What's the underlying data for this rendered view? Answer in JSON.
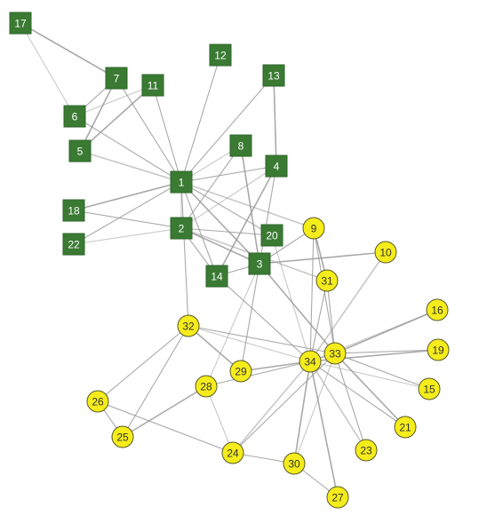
{
  "colors": {
    "group_square_fill": "#3a7a33",
    "group_square_stroke": "#2e6428",
    "group_circle_fill": "#f5ec1b",
    "group_circle_stroke": "#5a5a2a",
    "square_text": "#ffffff",
    "circle_text": "#333333",
    "edge": "#9a9a9a"
  },
  "nodes": [
    {
      "id": "1",
      "shape": "square"
    },
    {
      "id": "2",
      "shape": "square"
    },
    {
      "id": "3",
      "shape": "square"
    },
    {
      "id": "4",
      "shape": "square"
    },
    {
      "id": "5",
      "shape": "square"
    },
    {
      "id": "6",
      "shape": "square"
    },
    {
      "id": "7",
      "shape": "square"
    },
    {
      "id": "8",
      "shape": "square"
    },
    {
      "id": "9",
      "shape": "circle"
    },
    {
      "id": "10",
      "shape": "circle"
    },
    {
      "id": "11",
      "shape": "square"
    },
    {
      "id": "12",
      "shape": "square"
    },
    {
      "id": "13",
      "shape": "square"
    },
    {
      "id": "14",
      "shape": "square"
    },
    {
      "id": "15",
      "shape": "circle"
    },
    {
      "id": "16",
      "shape": "circle"
    },
    {
      "id": "17",
      "shape": "square"
    },
    {
      "id": "18",
      "shape": "square"
    },
    {
      "id": "19",
      "shape": "circle"
    },
    {
      "id": "20",
      "shape": "square"
    },
    {
      "id": "21",
      "shape": "circle"
    },
    {
      "id": "22",
      "shape": "square"
    },
    {
      "id": "23",
      "shape": "circle"
    },
    {
      "id": "24",
      "shape": "circle"
    },
    {
      "id": "25",
      "shape": "circle"
    },
    {
      "id": "26",
      "shape": "circle"
    },
    {
      "id": "27",
      "shape": "circle"
    },
    {
      "id": "28",
      "shape": "circle"
    },
    {
      "id": "29",
      "shape": "circle"
    },
    {
      "id": "30",
      "shape": "circle"
    },
    {
      "id": "31",
      "shape": "circle"
    },
    {
      "id": "32",
      "shape": "circle"
    },
    {
      "id": "33",
      "shape": "circle"
    },
    {
      "id": "34",
      "shape": "circle"
    }
  ],
  "edges": [
    [
      "17",
      "7"
    ],
    [
      "17",
      "6"
    ],
    [
      "7",
      "6"
    ],
    [
      "7",
      "5"
    ],
    [
      "7",
      "1"
    ],
    [
      "11",
      "6"
    ],
    [
      "11",
      "5"
    ],
    [
      "11",
      "1"
    ],
    [
      "6",
      "1"
    ],
    [
      "5",
      "1"
    ],
    [
      "12",
      "1"
    ],
    [
      "13",
      "1"
    ],
    [
      "13",
      "4"
    ],
    [
      "1",
      "8"
    ],
    [
      "1",
      "4"
    ],
    [
      "1",
      "18"
    ],
    [
      "1",
      "22"
    ],
    [
      "1",
      "2"
    ],
    [
      "1",
      "3"
    ],
    [
      "1",
      "14"
    ],
    [
      "1",
      "20"
    ],
    [
      "1",
      "9"
    ],
    [
      "1",
      "32"
    ],
    [
      "8",
      "2"
    ],
    [
      "8",
      "3"
    ],
    [
      "4",
      "2"
    ],
    [
      "4",
      "3"
    ],
    [
      "4",
      "14"
    ],
    [
      "18",
      "2"
    ],
    [
      "22",
      "2"
    ],
    [
      "2",
      "3"
    ],
    [
      "2",
      "14"
    ],
    [
      "2",
      "20"
    ],
    [
      "2",
      "31"
    ],
    [
      "3",
      "14"
    ],
    [
      "3",
      "9"
    ],
    [
      "3",
      "10"
    ],
    [
      "3",
      "28"
    ],
    [
      "3",
      "29"
    ],
    [
      "3",
      "33"
    ],
    [
      "14",
      "34"
    ],
    [
      "20",
      "34"
    ],
    [
      "9",
      "31"
    ],
    [
      "9",
      "34"
    ],
    [
      "9",
      "33"
    ],
    [
      "10",
      "34"
    ],
    [
      "31",
      "33"
    ],
    [
      "31",
      "34"
    ],
    [
      "16",
      "33"
    ],
    [
      "16",
      "34"
    ],
    [
      "19",
      "33"
    ],
    [
      "19",
      "34"
    ],
    [
      "15",
      "33"
    ],
    [
      "15",
      "34"
    ],
    [
      "21",
      "33"
    ],
    [
      "21",
      "34"
    ],
    [
      "23",
      "33"
    ],
    [
      "23",
      "34"
    ],
    [
      "32",
      "26"
    ],
    [
      "32",
      "25"
    ],
    [
      "32",
      "29"
    ],
    [
      "32",
      "34"
    ],
    [
      "32",
      "33"
    ],
    [
      "29",
      "34"
    ],
    [
      "28",
      "34"
    ],
    [
      "28",
      "24"
    ],
    [
      "28",
      "25"
    ],
    [
      "26",
      "25"
    ],
    [
      "26",
      "24"
    ],
    [
      "24",
      "34"
    ],
    [
      "24",
      "33"
    ],
    [
      "24",
      "30"
    ],
    [
      "30",
      "34"
    ],
    [
      "30",
      "33"
    ],
    [
      "30",
      "27"
    ],
    [
      "27",
      "34"
    ],
    [
      "33",
      "34"
    ]
  ],
  "labels": {
    "1": "1",
    "2": "2",
    "3": "3",
    "4": "4",
    "5": "5",
    "6": "6",
    "7": "7",
    "8": "8",
    "9": "9",
    "10": "10",
    "11": "11",
    "12": "12",
    "13": "13",
    "14": "14",
    "15": "15",
    "16": "16",
    "17": "17",
    "18": "18",
    "19": "19",
    "20": "20",
    "21": "21",
    "22": "22",
    "23": "23",
    "24": "24",
    "25": "25",
    "26": "26",
    "27": "27",
    "28": "28",
    "29": "29",
    "30": "30",
    "31": "31",
    "32": "32",
    "33": "33",
    "34": "34"
  }
}
